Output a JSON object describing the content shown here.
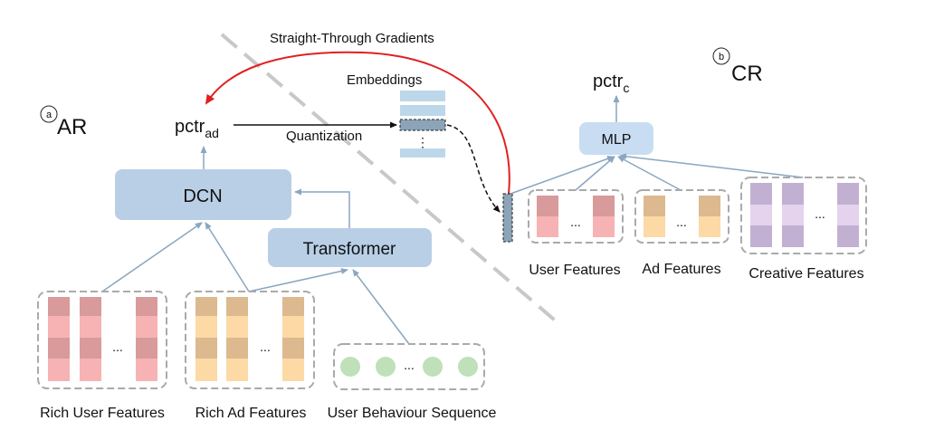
{
  "sections": {
    "ar": {
      "marker": "a",
      "label": "AR"
    },
    "cr": {
      "marker": "b",
      "label": "CR"
    }
  },
  "labels": {
    "straight_through": "Straight-Through Gradients",
    "embeddings": "Embeddings",
    "quantization": "Quantization",
    "pctr_ad_main": "pctr",
    "pctr_ad_sub": "ad",
    "pctr_c_main": "pctr",
    "pctr_c_sub": "c"
  },
  "boxes": {
    "dcn": "DCN",
    "transformer": "Transformer",
    "mlp": "MLP"
  },
  "feature_groups": {
    "rich_user": "Rich User Features",
    "rich_ad": "Rich Ad Features",
    "behaviour": "User Behaviour Sequence",
    "user": "User Features",
    "ad": "Ad Features",
    "creative": "Creative Features"
  },
  "glyphs": {
    "ellipsis": "...",
    "vdots": "⋮"
  },
  "colors": {
    "box_fill": "#b8cfe6",
    "mlp_fill": "#c8ddf2",
    "arrow": "#8aa6c1",
    "gradient_arrow": "#e02020",
    "user_dark": "#d89a9a",
    "user_light": "#f7b3b3",
    "ad_dark": "#dcb98e",
    "ad_light": "#fdd9a6",
    "creative_dark": "#c2b0d2",
    "creative_light": "#e5d3ee",
    "behaviour_dot": "#bfe0b8",
    "embed": "#bcd7ea",
    "embed_dark": "#8ba4b8"
  }
}
